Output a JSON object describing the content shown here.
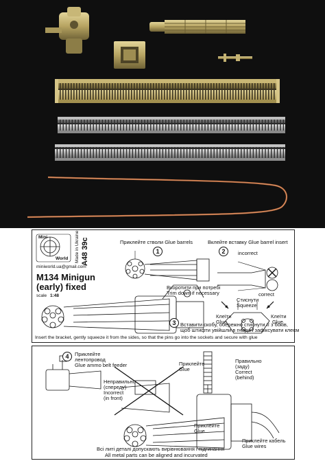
{
  "brand": {
    "logo_line1": "Mini",
    "logo_line2": "World",
    "email": "miniworld.ua@gmail.com",
    "made_in": "Made in Ukraine",
    "code": "A48 39c"
  },
  "product": {
    "title_line1": "M134 Minigun",
    "title_line2": "(early) fixed",
    "scale_label": "scale",
    "scale_value": "1:48"
  },
  "top_panel": {
    "glue_barrels": "Приклейте стволи Glue barrels",
    "glue_insert": "Вклейте вставку Glue barrel insert",
    "step1": "1",
    "step2": "2",
    "step3": "3",
    "incorrect": "incorrect",
    "correct": "correct",
    "trim_ua": "Вкоротити при потребі",
    "trim_en": "Trim down if necessary",
    "squeeze_ua": "Стиснути",
    "squeeze_en": "Squeeze",
    "glue_left_ua": "Клеїти",
    "glue_left_en": "Glue",
    "glue_right_ua": "Клеїти",
    "glue_right_en": "Glue",
    "bracket_ua_1": "Вставити скобу, обережно стиснути її з боків,",
    "bracket_ua_2": "щоб штифти увійшли в гнізда і зафіксувати клеєм",
    "bracket_en": "Insert the bracket, gently squeeze it from the sides, so that the pins go into the sockets and secure with glue"
  },
  "bottom_panel": {
    "step4": "4",
    "feeder_ua_1": "Приклейте",
    "feeder_ua_2": "лентопровод",
    "feeder_en": "Glue ammo belt feeder",
    "glue_mid_ua": "Приклейте",
    "glue_mid_en": "Glue",
    "incorrect_ua_1": "Неправильно",
    "incorrect_ua_2": "(спереду)",
    "incorrect_en_1": "Incorrect",
    "incorrect_en_2": "(in front)",
    "correct_ua_1": "Правильно",
    "correct_ua_2": "(заду)",
    "correct_en_1": "Correct",
    "correct_en_2": "(behind)",
    "glue_low_ua": "Приклейте",
    "glue_low_en": "Glue",
    "wires_ua": "Приклейте кабель",
    "wires_en": "Glue wires",
    "note_ua": "Всі литі деталі допускають вирівнювання і підгинання",
    "note_en": "All metal parts can be aligned and incurvated"
  }
}
